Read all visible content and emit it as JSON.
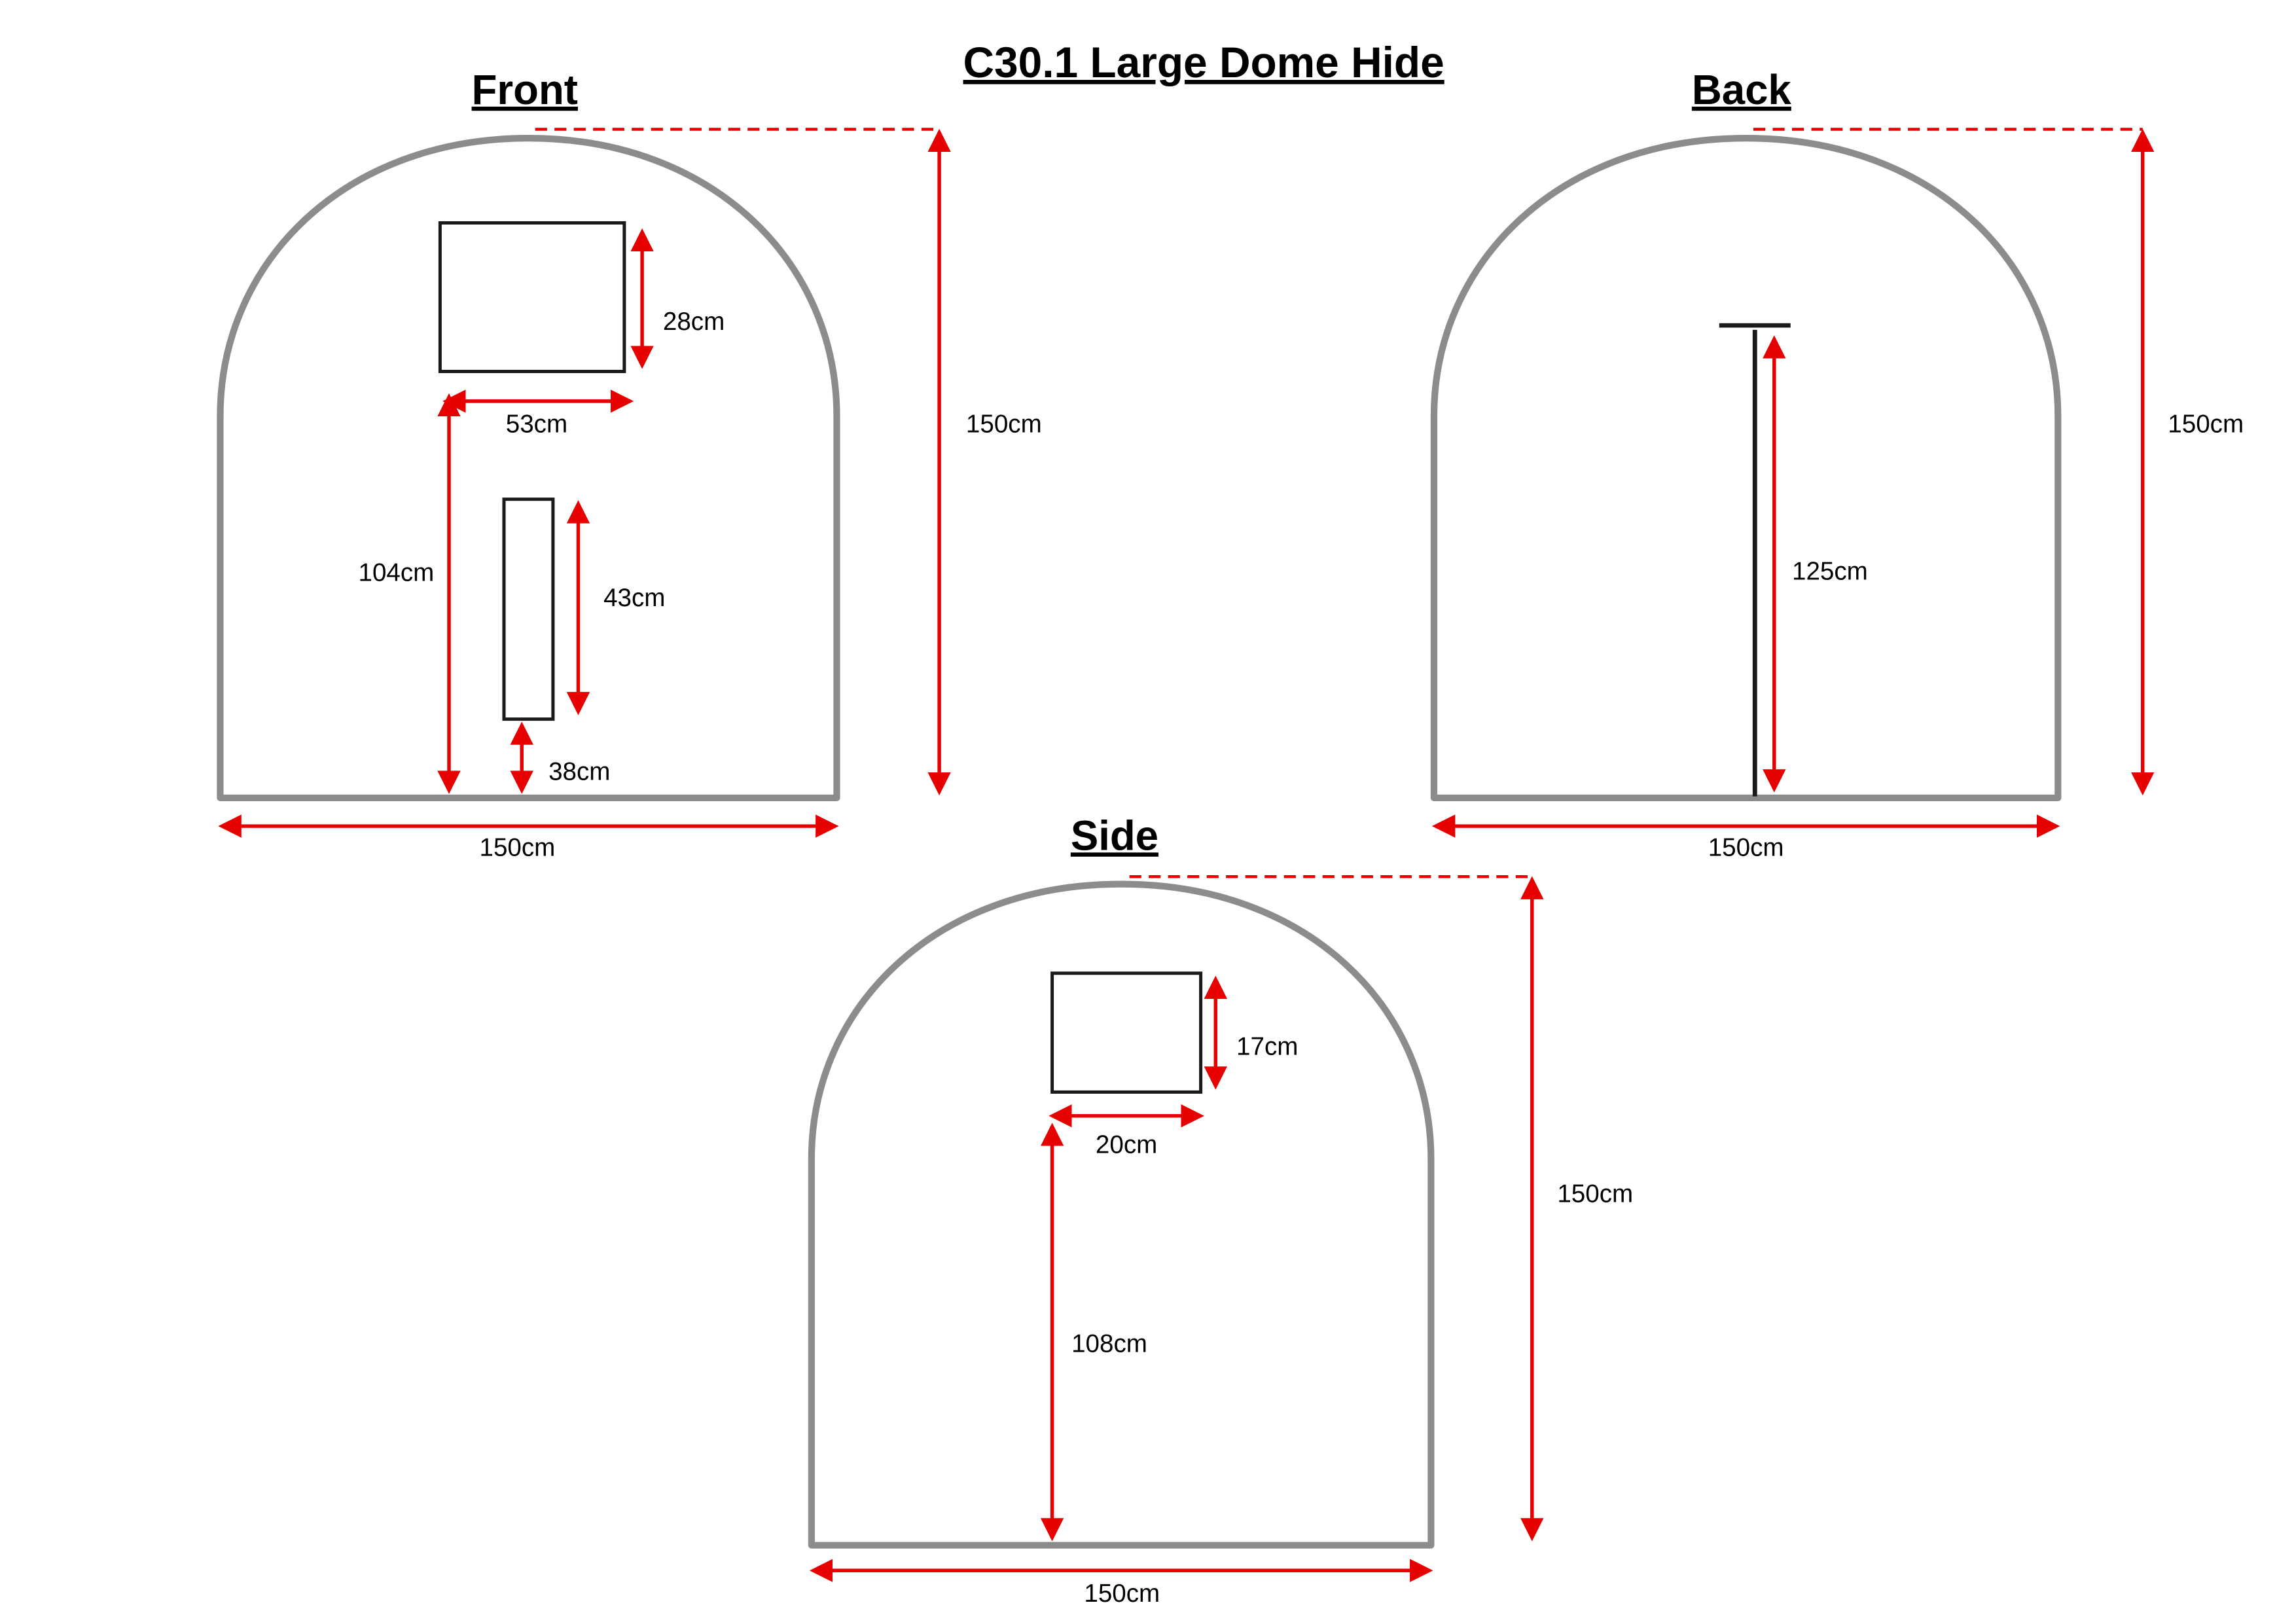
{
  "title": "C30.1 Large Dome Hide",
  "colors": {
    "dimension_red": "#e60000",
    "outline_gray": "#8c8c8c",
    "line_black": "#1a1a1a",
    "background": "#ffffff"
  },
  "views": {
    "front": {
      "heading": "Front",
      "window_height": "28cm",
      "window_width": "53cm",
      "window_to_ground": "104cm",
      "slot_height": "43cm",
      "slot_to_ground": "38cm",
      "total_height": "150cm",
      "total_width": "150cm"
    },
    "back": {
      "heading": "Back",
      "zip_height": "125cm",
      "total_height": "150cm",
      "total_width": "150cm"
    },
    "side": {
      "heading": "Side",
      "window_height": "17cm",
      "window_width": "20cm",
      "window_to_ground": "108cm",
      "total_height": "150cm",
      "total_width": "150cm"
    }
  }
}
